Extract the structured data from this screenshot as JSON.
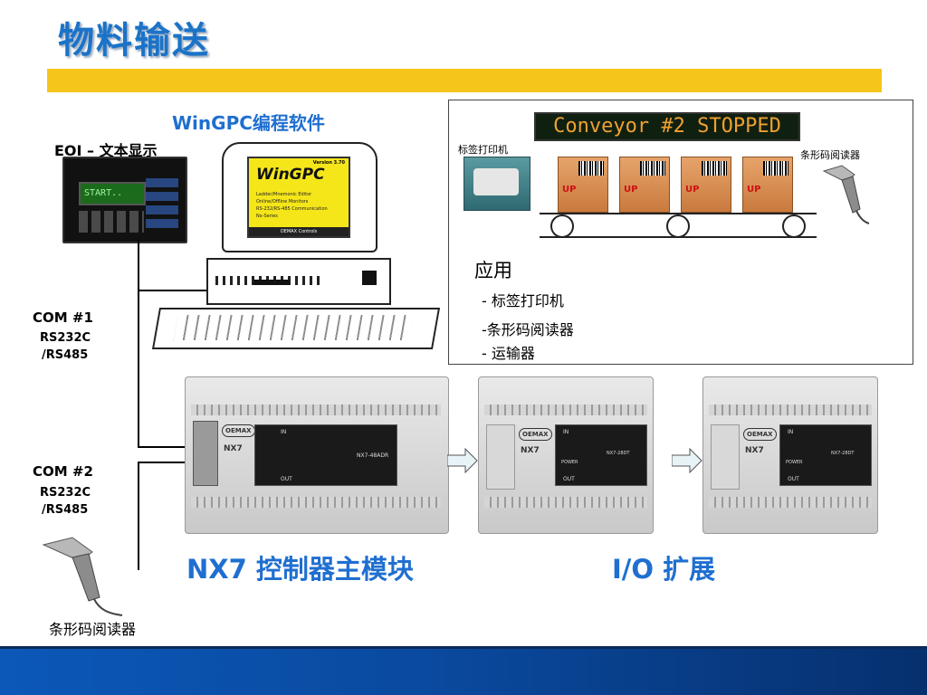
{
  "slide": {
    "title": "物料输送",
    "software_label": "WinGPC编程软件",
    "eoi_label": "EOI – 文本显示",
    "eoi_screen_text": "START..",
    "monitor_logo": "WinGPC",
    "monitor_version": "Version 3.70",
    "monitor_menu": [
      "Ladder/Mnemonic Editor",
      "Online/Offline Monitors",
      "RS-232/RS-485 Communication",
      "Nx-Series"
    ],
    "monitor_footer": "OEMAX Controls",
    "com1": {
      "label": "COM #1",
      "line1": "RS232C",
      "line2": "/RS485"
    },
    "com2": {
      "label": "COM #2",
      "line1": "RS232C",
      "line2": "/RS485"
    },
    "barcode_reader_bottom": "条形码阅读器",
    "main_module_label": "NX7 控制器主模块",
    "io_expansion_label": "I/O 扩展",
    "application": {
      "led_text": "Conveyor #2 STOPPED",
      "label_printer": "标签打印机",
      "barcode_reader": "条形码阅读器",
      "box_label": "UP",
      "heading": "应用",
      "items": [
        "- 标签打印机",
        "-条形码阅读器",
        "- 运输器"
      ]
    },
    "plc_main": {
      "brand": "OEMAX",
      "model": "NX7",
      "part": "NX7-48ADR",
      "io_in": "IN",
      "io_out": "OUT"
    },
    "plc_io1": {
      "brand": "OEMAX",
      "model": "NX7",
      "part": "NX7-28DT",
      "power": "POWER",
      "io_in": "IN",
      "io_out": "OUT"
    },
    "plc_io2": {
      "brand": "OEMAX",
      "model": "NX7",
      "part": "NX7-28DT",
      "power": "POWER",
      "io_in": "IN",
      "io_out": "OUT"
    },
    "colors": {
      "title_blue": "#1a73c8",
      "accent_bar": "#f6c51c",
      "footer_blue": "#0a4aa0"
    }
  }
}
